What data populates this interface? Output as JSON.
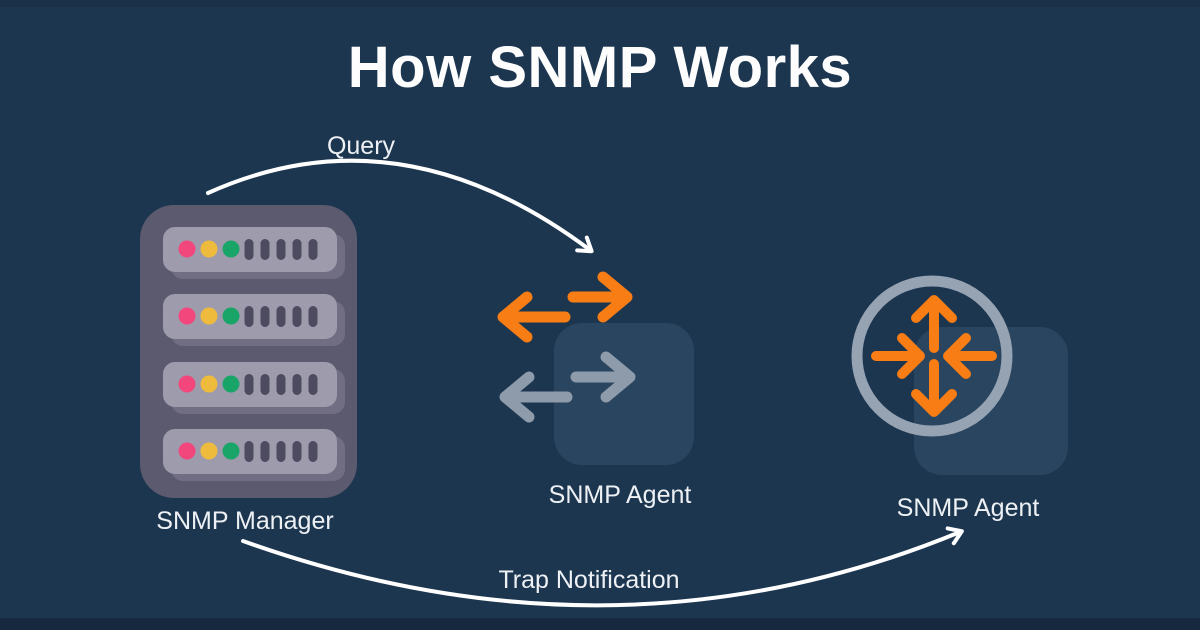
{
  "title": "How SNMP Works",
  "nodes": [
    {
      "id": "manager",
      "label": "SNMP Manager",
      "icon": "server-rack-icon"
    },
    {
      "id": "agent_switch",
      "label": "SNMP Agent",
      "icon": "switch-arrows-icon"
    },
    {
      "id": "agent_router",
      "label": "SNMP Agent",
      "icon": "router-icon"
    }
  ],
  "connections": [
    {
      "from": "manager",
      "to": "agent_switch",
      "label": "Query",
      "style": "curved-white-arrow"
    },
    {
      "from": "manager",
      "to": "agent_router",
      "label": "Trap Notification",
      "style": "curved-white-arrow"
    }
  ],
  "colors": {
    "bg": "#1d3650",
    "strip_top": "#1a3049",
    "strip_bottom": "#16293f",
    "orange": "#f87d15",
    "arrow_gray": "#8e9bab",
    "circle_stroke": "#95a3b3",
    "tile": "#2a4560",
    "server_body": "#5b5a6e",
    "server_bar": "#9e9bad",
    "server_bar_shadow": "#716e84",
    "dot_pink": "#f2477d",
    "dot_yellow": "#eebb3d",
    "dot_green": "#19a567",
    "slot": "#4d4b5f",
    "white_arrow": "#ffffff",
    "text": "#eef1f4"
  }
}
